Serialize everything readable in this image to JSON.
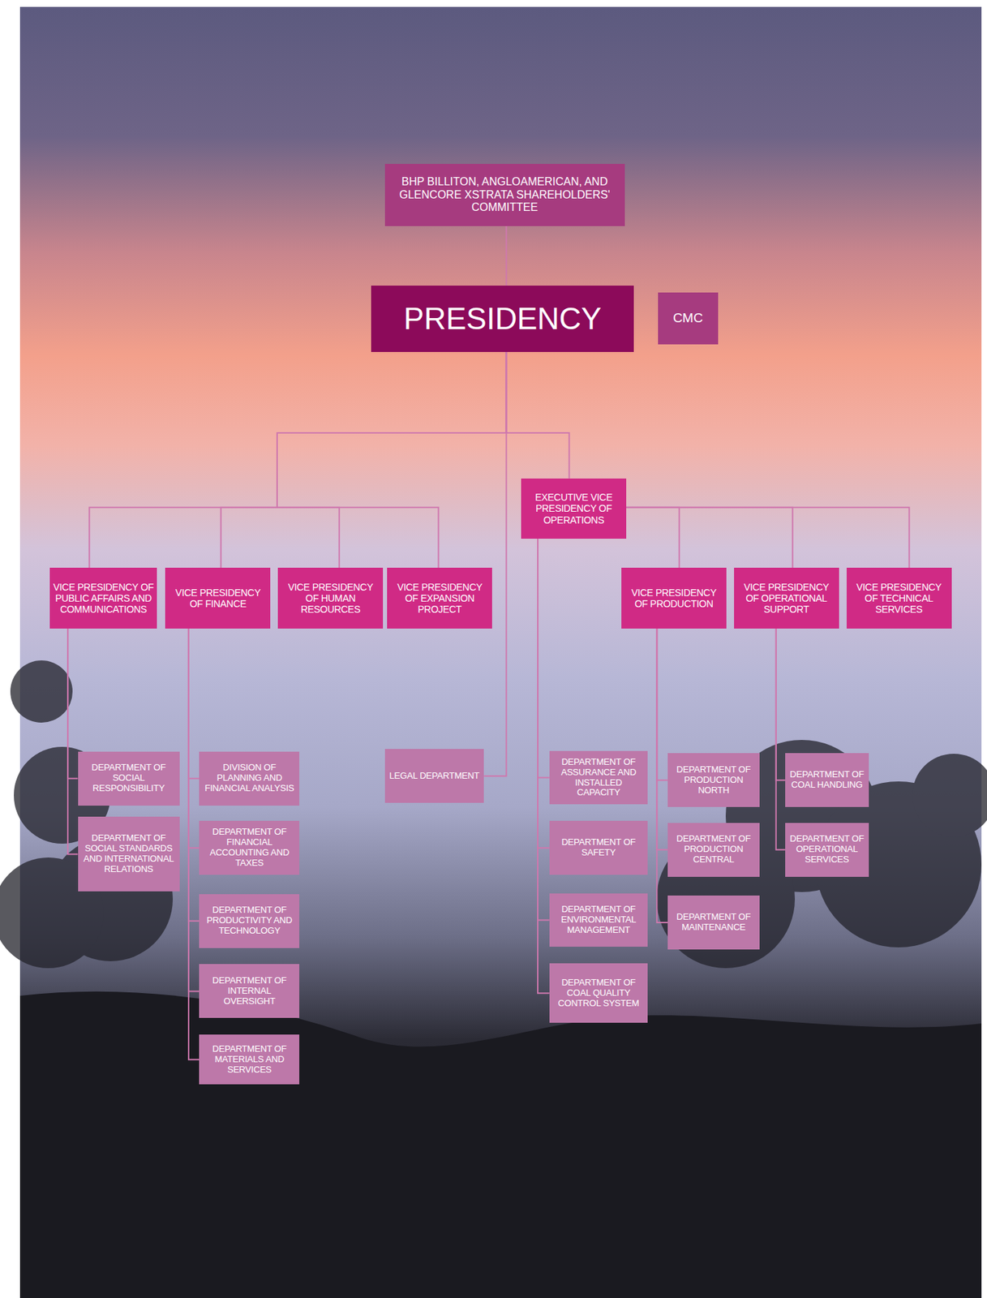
{
  "diagram": {
    "nodes": [
      {
        "text": [
          "BHP BILLITON, ANGLOAMERICAN, AND GLENCORE XSTRATA SHAREHOLDERS' COMMITTEE"
        ]
      },
      {
        "text": [
          "PRESIDENCY"
        ]
      },
      {
        "text": [
          "CMC"
        ]
      },
      {
        "text": [
          "EXECUTIVE VICE PRESIDENCY OF OPERATIONS"
        ]
      },
      {
        "text": [
          "VICE PRESIDENCY OF PUBLIC AFFAIRS AND COMMUNICATIONS"
        ]
      },
      {
        "text": [
          "VICE PRESIDENCY OF FINANCE"
        ]
      },
      {
        "text": [
          "VICE PRESIDENCY OF HUMAN RESOURCES"
        ]
      },
      {
        "text": [
          "VICE PRESIDENCY OF EXPANSION PROJECT"
        ]
      },
      {
        "text": [
          "VICE PRESIDENCY OF PRODUCTION"
        ]
      },
      {
        "text": [
          "VICE PRESIDENCY OF OPERATIONAL SUPPORT"
        ]
      },
      {
        "text": [
          "VICE PRESIDENCY OF TECHNICAL SERVICES"
        ]
      },
      {
        "text": [
          "DEPARTMENT OF SOCIAL RESPONSIBILITY"
        ]
      },
      {
        "text": [
          "DIVISION OF PLANNING AND FINANCIAL ANALYSIS"
        ]
      },
      {
        "text": [
          "LEGAL DEPARTMENT"
        ]
      },
      {
        "text": [
          "DEPARTMENT OF ASSURANCE AND INSTALLED CAPACITY"
        ]
      },
      {
        "text": [
          "DEPARTMENT OF PRODUCTION NORTH"
        ]
      },
      {
        "text": [
          "DEPARTMENT OF COAL HANDLING"
        ]
      },
      {
        "text": [
          "DEPARTMENT OF SOCIAL STANDARDS AND INTERNATIONAL RELATIONS"
        ]
      },
      {
        "text": [
          "DEPARTMENT OF FINANCIAL ACCOUNTING AND TAXES"
        ]
      },
      {
        "text": [
          "DEPARTMENT OF SAFETY"
        ]
      },
      {
        "text": [
          "DEPARTMENT OF PRODUCTION CENTRAL"
        ]
      },
      {
        "text": [
          "DEPARTMENT OF OPERATIONAL SERVICES"
        ]
      },
      {
        "text": [
          "DEPARTMENT OF PRODUCTIVITY AND TECHNOLOGY"
        ]
      },
      {
        "text": [
          "DEPARTMENT OF ENVIRONMENTAL MANAGEMENT"
        ]
      },
      {
        "text": [
          "DEPARTMENT OF MAINTENANCE"
        ]
      },
      {
        "text": [
          "DEPARTMENT OF INTERNAL OVERSIGHT"
        ]
      },
      {
        "text": [
          "DEPARTMENT OF COAL QUALITY CONTROL SYSTEM"
        ]
      },
      {
        "text": [
          "DEPARTMENT OF MATERIALS AND SERVICES"
        ]
      }
    ],
    "edges": [
      {
        "from": 0,
        "to": 1,
        "arrow": "none"
      },
      {
        "from": 1,
        "to": 4,
        "arrow": "none"
      },
      {
        "from": 1,
        "to": 5,
        "arrow": "none"
      },
      {
        "from": 1,
        "to": 6,
        "arrow": "none"
      },
      {
        "from": 1,
        "to": 7,
        "arrow": "none"
      },
      {
        "from": 1,
        "to": 3,
        "arrow": "none"
      },
      {
        "from": 1,
        "to": 13,
        "arrow": "none"
      },
      {
        "from": 3,
        "to": 8,
        "arrow": "none"
      },
      {
        "from": 3,
        "to": 9,
        "arrow": "none"
      },
      {
        "from": 3,
        "to": 10,
        "arrow": "none"
      },
      {
        "from": 3,
        "to": 14,
        "arrow": "none"
      },
      {
        "from": 3,
        "to": 19,
        "arrow": "none"
      },
      {
        "from": 3,
        "to": 23,
        "arrow": "none"
      },
      {
        "from": 3,
        "to": 26,
        "arrow": "none"
      },
      {
        "from": 4,
        "to": 11,
        "arrow": "none"
      },
      {
        "from": 4,
        "to": 17,
        "arrow": "none"
      },
      {
        "from": 5,
        "to": 12,
        "arrow": "none"
      },
      {
        "from": 5,
        "to": 18,
        "arrow": "none"
      },
      {
        "from": 5,
        "to": 22,
        "arrow": "none"
      },
      {
        "from": 5,
        "to": 25,
        "arrow": "none"
      },
      {
        "from": 5,
        "to": 27,
        "arrow": "none"
      },
      {
        "from": 8,
        "to": 15,
        "arrow": "none"
      },
      {
        "from": 8,
        "to": 20,
        "arrow": "none"
      },
      {
        "from": 8,
        "to": 24,
        "arrow": "none"
      },
      {
        "from": 9,
        "to": 16,
        "arrow": "none"
      },
      {
        "from": 9,
        "to": 21,
        "arrow": "none"
      }
    ]
  }
}
